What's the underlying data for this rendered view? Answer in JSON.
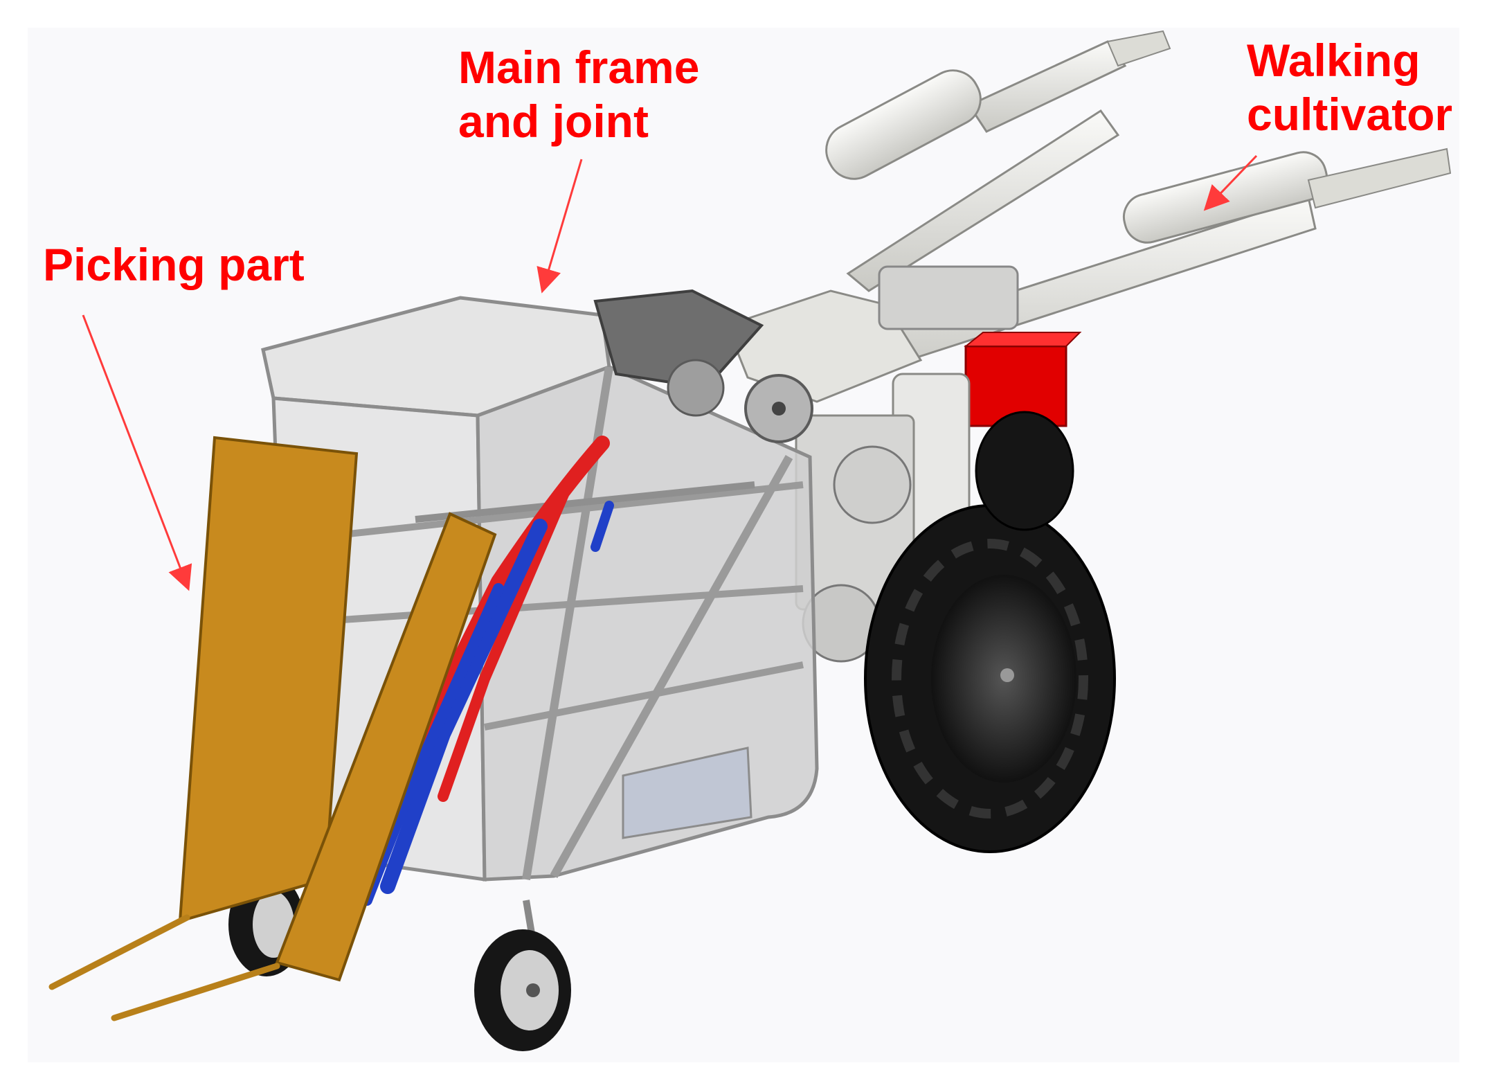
{
  "labels": {
    "picking_part": "Picking part",
    "main_frame_line1": "Main frame",
    "main_frame_line2": "and joint",
    "walking_line1": "Walking",
    "walking_line2": "cultivator"
  },
  "colors": {
    "label_text": "#ff0000",
    "arrow": "#ff3b3b",
    "frame_metal": "#c8c8c8",
    "frame_panel": "#d3d3d3",
    "picking_plate": "#c88a1e",
    "picking_finger": "#b8801a",
    "chain_red": "#e02020",
    "chain_blue": "#2040c8",
    "tire": "#141414",
    "engine_box": "#e00000",
    "handle": "#e6e6e2"
  },
  "icons": {
    "arrow_marker": "arrow-head-icon"
  }
}
